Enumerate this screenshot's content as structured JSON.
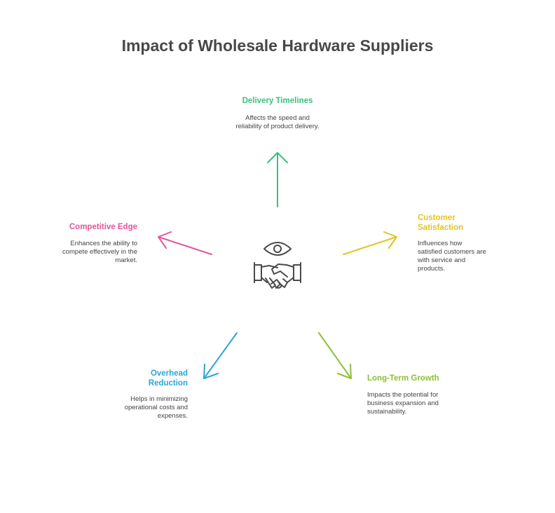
{
  "title": "Impact of Wholesale Hardware Suppliers",
  "center_icon": "handshake-with-eye-icon",
  "nodes": {
    "delivery": {
      "title": "Delivery Timelines",
      "description": "Affects the speed and reliability of product delivery.",
      "color": "#3cbf7c"
    },
    "customer": {
      "title": "Customer Satisfaction",
      "description": "Influences how satisfied customers are with service and products.",
      "color": "#e2c422"
    },
    "growth": {
      "title": "Long-Term Growth",
      "description": "Impacts the potential for business expansion and sustainability.",
      "color": "#8fbf36"
    },
    "overhead": {
      "title": "Overhead Reduction",
      "description": "Helps in minimizing operational costs and expenses.",
      "color": "#2aa6d5"
    },
    "competitive": {
      "title": "Competitive Edge",
      "description": "Enhances the ability to compete effectively in the market.",
      "color": "#e2559c"
    }
  },
  "icon_color": "#4a4a4a"
}
